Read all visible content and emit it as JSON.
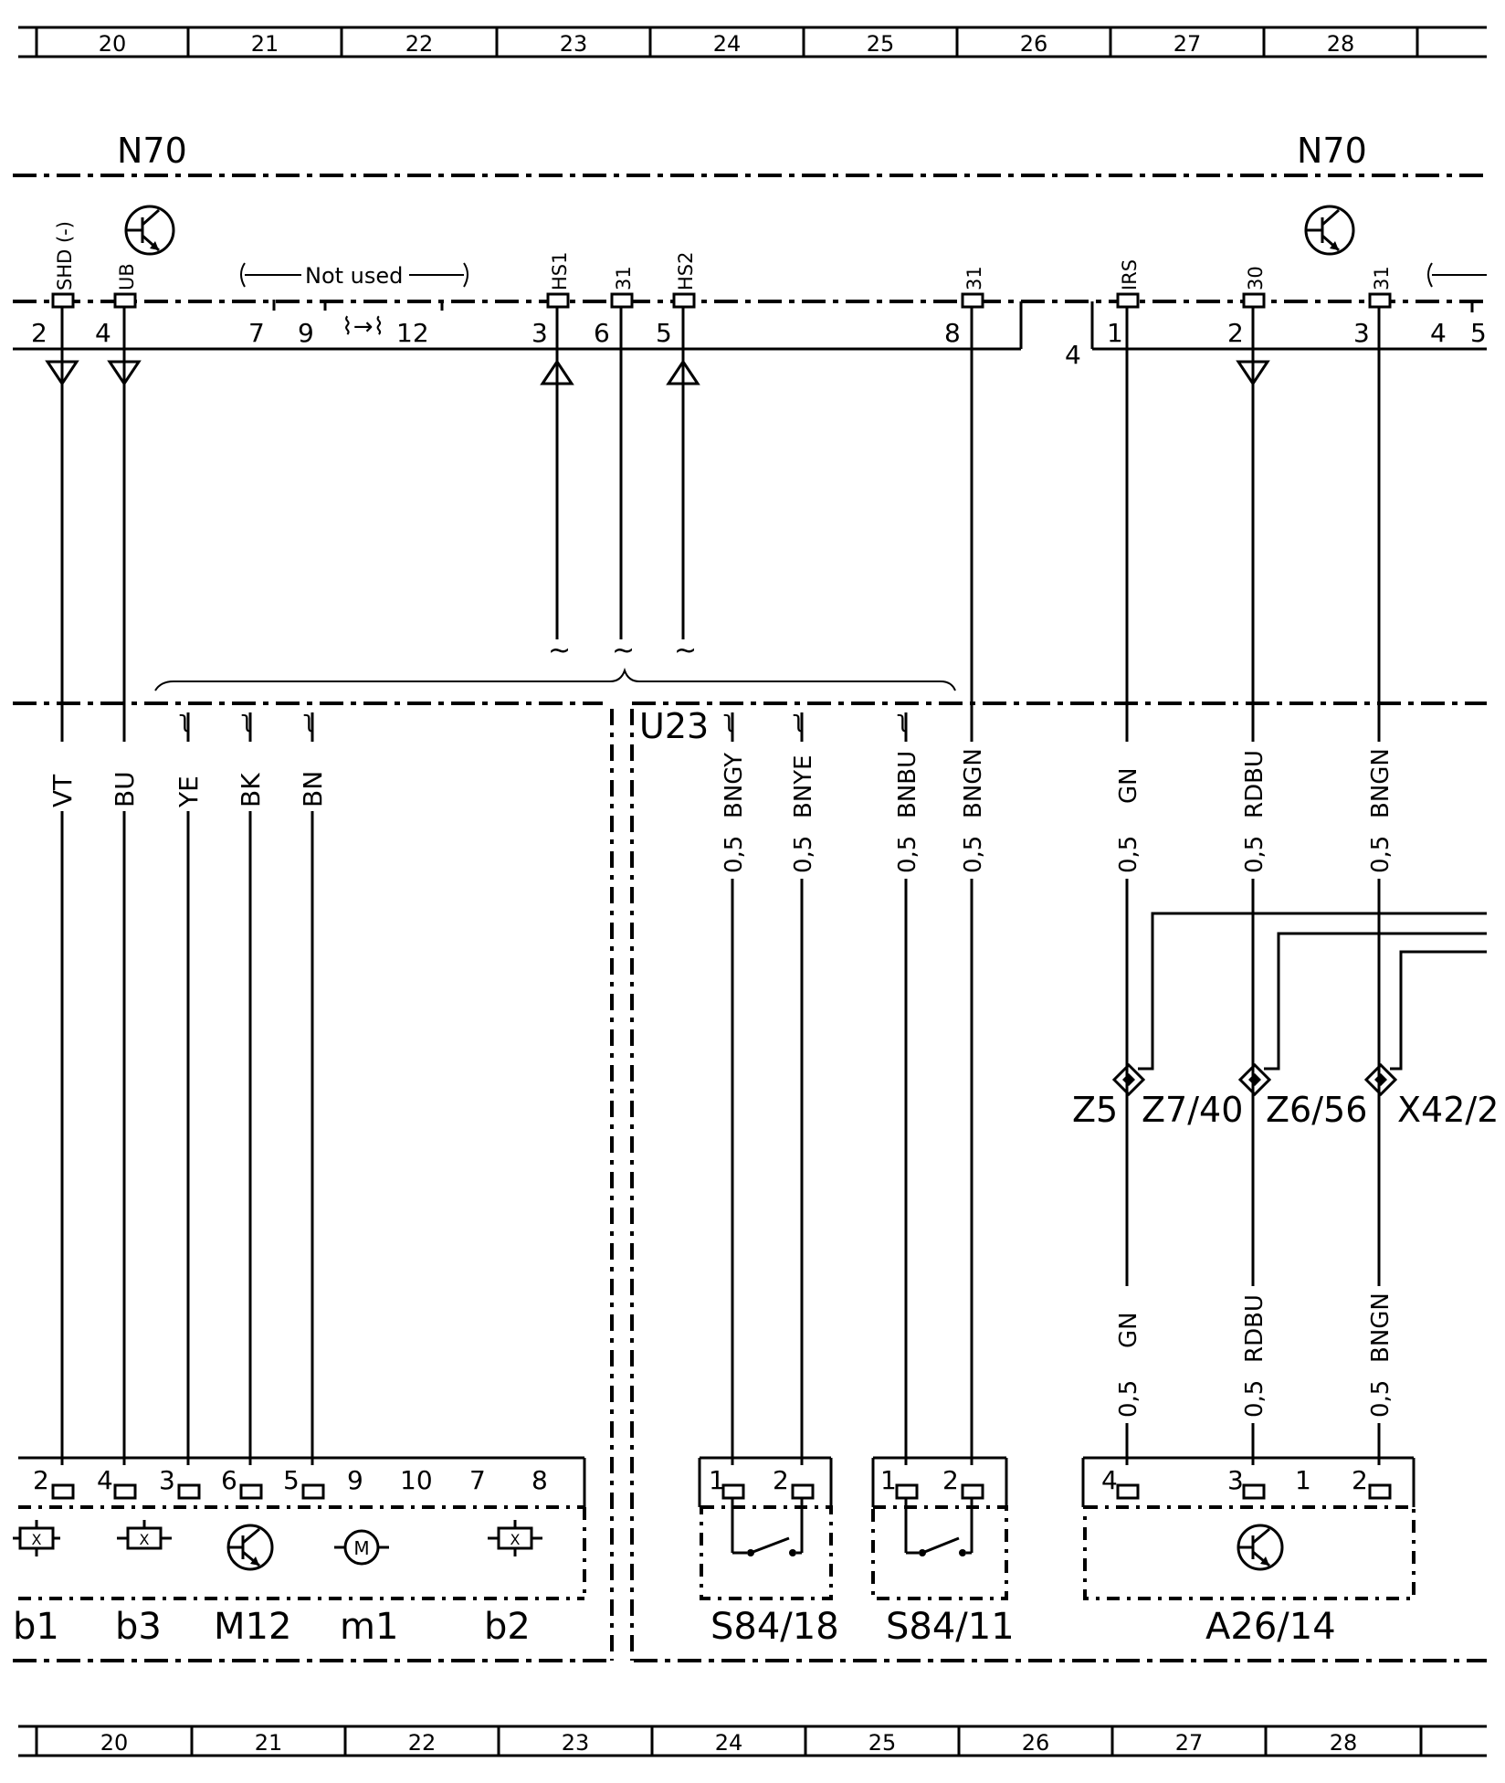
{
  "grid_columns": [
    "20",
    "21",
    "22",
    "23",
    "24",
    "25",
    "26",
    "27",
    "28"
  ],
  "control_unit": {
    "label_left": "N70",
    "label_right": "N70",
    "not_used_text": "Not used",
    "pins_left": [
      {
        "num": "2",
        "name": "SHD (-)"
      },
      {
        "num": "4",
        "name": "UB"
      },
      {
        "num": "7",
        "name": ""
      },
      {
        "num": "9",
        "name": ""
      },
      {
        "num": "12",
        "name": ""
      },
      {
        "num": "3",
        "name": "HS1"
      },
      {
        "num": "6",
        "name": "31"
      },
      {
        "num": "5",
        "name": "HS2"
      },
      {
        "num": "8",
        "name": "31"
      }
    ],
    "connector2_number": "4",
    "pins_right": [
      {
        "num": "1",
        "name": "IRS"
      },
      {
        "num": "2",
        "name": "30"
      },
      {
        "num": "3",
        "name": "31"
      },
      {
        "num": "4",
        "name": ""
      },
      {
        "num": "5",
        "name": ""
      }
    ]
  },
  "harness_label": "U23",
  "wires_upper": [
    {
      "code": "VT",
      "gauge": ""
    },
    {
      "code": "BU",
      "gauge": ""
    },
    {
      "code": "YE",
      "gauge": ""
    },
    {
      "code": "BK",
      "gauge": ""
    },
    {
      "code": "BN",
      "gauge": ""
    },
    {
      "code": "BNGY",
      "gauge": "0,5"
    },
    {
      "code": "BNYE",
      "gauge": "0,5"
    },
    {
      "code": "BNBU",
      "gauge": "0,5"
    },
    {
      "code": "BNGN",
      "gauge": "0,5"
    },
    {
      "code": "GN",
      "gauge": "0,5"
    },
    {
      "code": "RDBU",
      "gauge": "0,5"
    },
    {
      "code": "BNGN",
      "gauge": "0,5"
    }
  ],
  "wires_lower": [
    {
      "code": "GN",
      "gauge": "0,5"
    },
    {
      "code": "RDBU",
      "gauge": "0,5"
    },
    {
      "code": "BNGN",
      "gauge": "0,5"
    }
  ],
  "splices": [
    "Z5",
    "Z7/40",
    "Z6/56",
    "X42/2"
  ],
  "bottom_connector_pins": [
    "2",
    "4",
    "3",
    "6",
    "5",
    "9",
    "10",
    "7",
    "8"
  ],
  "switch_a_pins": [
    "1",
    "2"
  ],
  "switch_b_pins": [
    "1",
    "2"
  ],
  "a26_pins": [
    "4",
    "3",
    "1",
    "2"
  ],
  "motor_symbol": "M",
  "heater_symbol": "X",
  "components": [
    "b1",
    "b3",
    "M12",
    "m1",
    "b2",
    "S84/18",
    "S84/11",
    "A26/14"
  ]
}
